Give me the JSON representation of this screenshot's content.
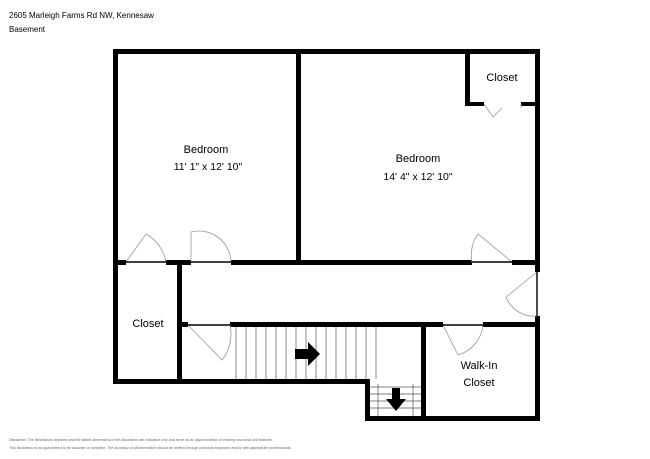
{
  "header": {
    "address": "2605 Marleigh Farms Rd NW, Kennesaw",
    "level": "Basement"
  },
  "rooms": {
    "bedroom_left": {
      "name": "Bedroom",
      "dims": "11' 1\" x 12' 10\""
    },
    "bedroom_right": {
      "name": "Bedroom",
      "dims": "14' 4\" x 12' 10\""
    },
    "closet_top": {
      "name": "Closet"
    },
    "closet_left": {
      "name": "Closet"
    },
    "walkin": {
      "line1": "Walk-In",
      "line2": "Closet"
    }
  },
  "footer": {
    "line1": "Disclaimer: The illustrations depicted and the stated dimensions in this illustration are indicative only and serve as an approximation of existing structural and features.",
    "line2": "This illustration is not guaranteed to be accurate or complete. The accuracy of all information should be verified through personal inspection and/or with appropriate professionals."
  },
  "colors": {
    "wall": "#000000",
    "background": "#ffffff",
    "door_line": "#999999",
    "footer_text": "#666666"
  }
}
